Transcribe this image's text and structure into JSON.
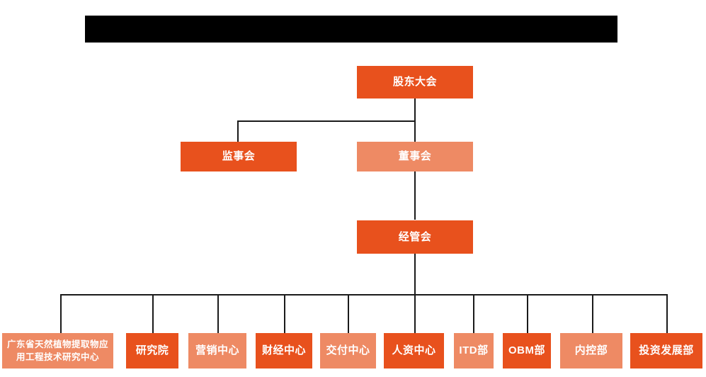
{
  "chart": {
    "type": "org-chart",
    "title_bar": {
      "name": "redacted-title-bar",
      "text": "",
      "redacted": true,
      "color": "#000000"
    },
    "colors": {
      "dark_orange": "#e8511d",
      "light_orange": "#ee8a64",
      "line": "#1a1a1a",
      "background": "#ffffff",
      "text": "#ffffff"
    },
    "levels": [
      {
        "level": 1,
        "nodes": [
          {
            "id": "shareholders-meeting",
            "label": "股东大会",
            "fill": "dark"
          }
        ]
      },
      {
        "level": 2,
        "nodes": [
          {
            "id": "board-of-supervisors",
            "label": "监事会",
            "fill": "dark"
          },
          {
            "id": "board-of-directors",
            "label": "董事会",
            "fill": "light"
          }
        ]
      },
      {
        "level": 3,
        "nodes": [
          {
            "id": "management-committee",
            "label": "经管会",
            "fill": "dark"
          }
        ]
      },
      {
        "level": 4,
        "nodes": [
          {
            "id": "guangdong-research-center",
            "label": "广东省天然植物提取物应用工程技术研究中心",
            "label_line1": "广东省天然植物提取物应",
            "label_line2": "用工程技术研究中心",
            "fill": "light"
          },
          {
            "id": "research-institute",
            "label": "研究院",
            "fill": "dark"
          },
          {
            "id": "marketing-center",
            "label": "营销中心",
            "fill": "light"
          },
          {
            "id": "finance-center",
            "label": "财经中心",
            "fill": "dark"
          },
          {
            "id": "delivery-center",
            "label": "交付中心",
            "fill": "light"
          },
          {
            "id": "hr-center",
            "label": "人资中心",
            "fill": "dark"
          },
          {
            "id": "itd-department",
            "label": "ITD部",
            "fill": "light"
          },
          {
            "id": "obm-department",
            "label": "OBM部",
            "fill": "dark"
          },
          {
            "id": "internal-control-department",
            "label": "内控部",
            "fill": "light"
          },
          {
            "id": "investment-development-department",
            "label": "投资发展部",
            "fill": "dark"
          }
        ]
      }
    ]
  }
}
